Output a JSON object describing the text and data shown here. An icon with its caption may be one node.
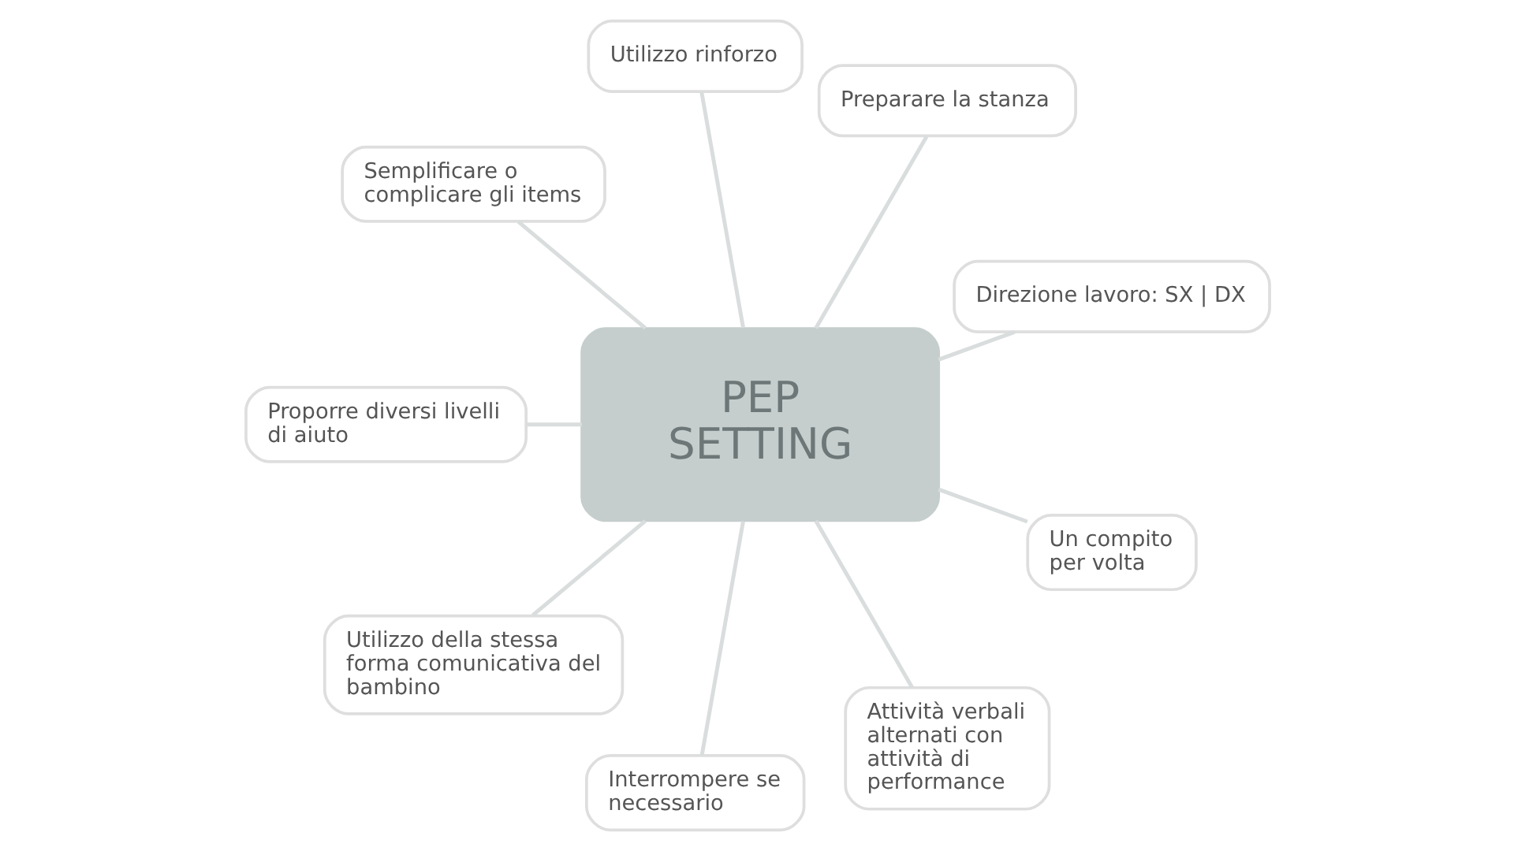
{
  "diagram": {
    "nodes": [
      {
        "text": [
          "Utilizzo rinforzo"
        ]
      },
      {
        "text": [
          "Semplificare o complicare gli items"
        ]
      },
      {
        "text": [
          "Preparare la stanza"
        ]
      },
      {
        "text": [
          "Proporre diversi livelli di aiuto"
        ]
      },
      {
        "text": [
          "PEP SETTING"
        ]
      },
      {
        "text": [
          "Direzione lavoro: SX | DX"
        ]
      },
      {
        "text": [
          "Un compito per volta"
        ]
      },
      {
        "text": [
          "Utilizzo della stessa forma comunicativa del bambino"
        ]
      },
      {
        "text": [
          "Interrompere se necessario"
        ]
      },
      {
        "text": [
          "Attività verbali alternati con attività di performance"
        ]
      }
    ],
    "edges": [
      {
        "from": 4,
        "to": 0,
        "arrow": "none"
      },
      {
        "from": 4,
        "to": 2,
        "arrow": "none"
      },
      {
        "from": 4,
        "to": 5,
        "arrow": "none"
      },
      {
        "from": 4,
        "to": 6,
        "arrow": "none"
      },
      {
        "from": 4,
        "to": 9,
        "arrow": "none"
      },
      {
        "from": 4,
        "to": 8,
        "arrow": "none"
      },
      {
        "from": 4,
        "to": 7,
        "arrow": "none"
      },
      {
        "from": 4,
        "to": 3,
        "arrow": "none"
      },
      {
        "from": 4,
        "to": 1,
        "arrow": "none"
      }
    ]
  }
}
